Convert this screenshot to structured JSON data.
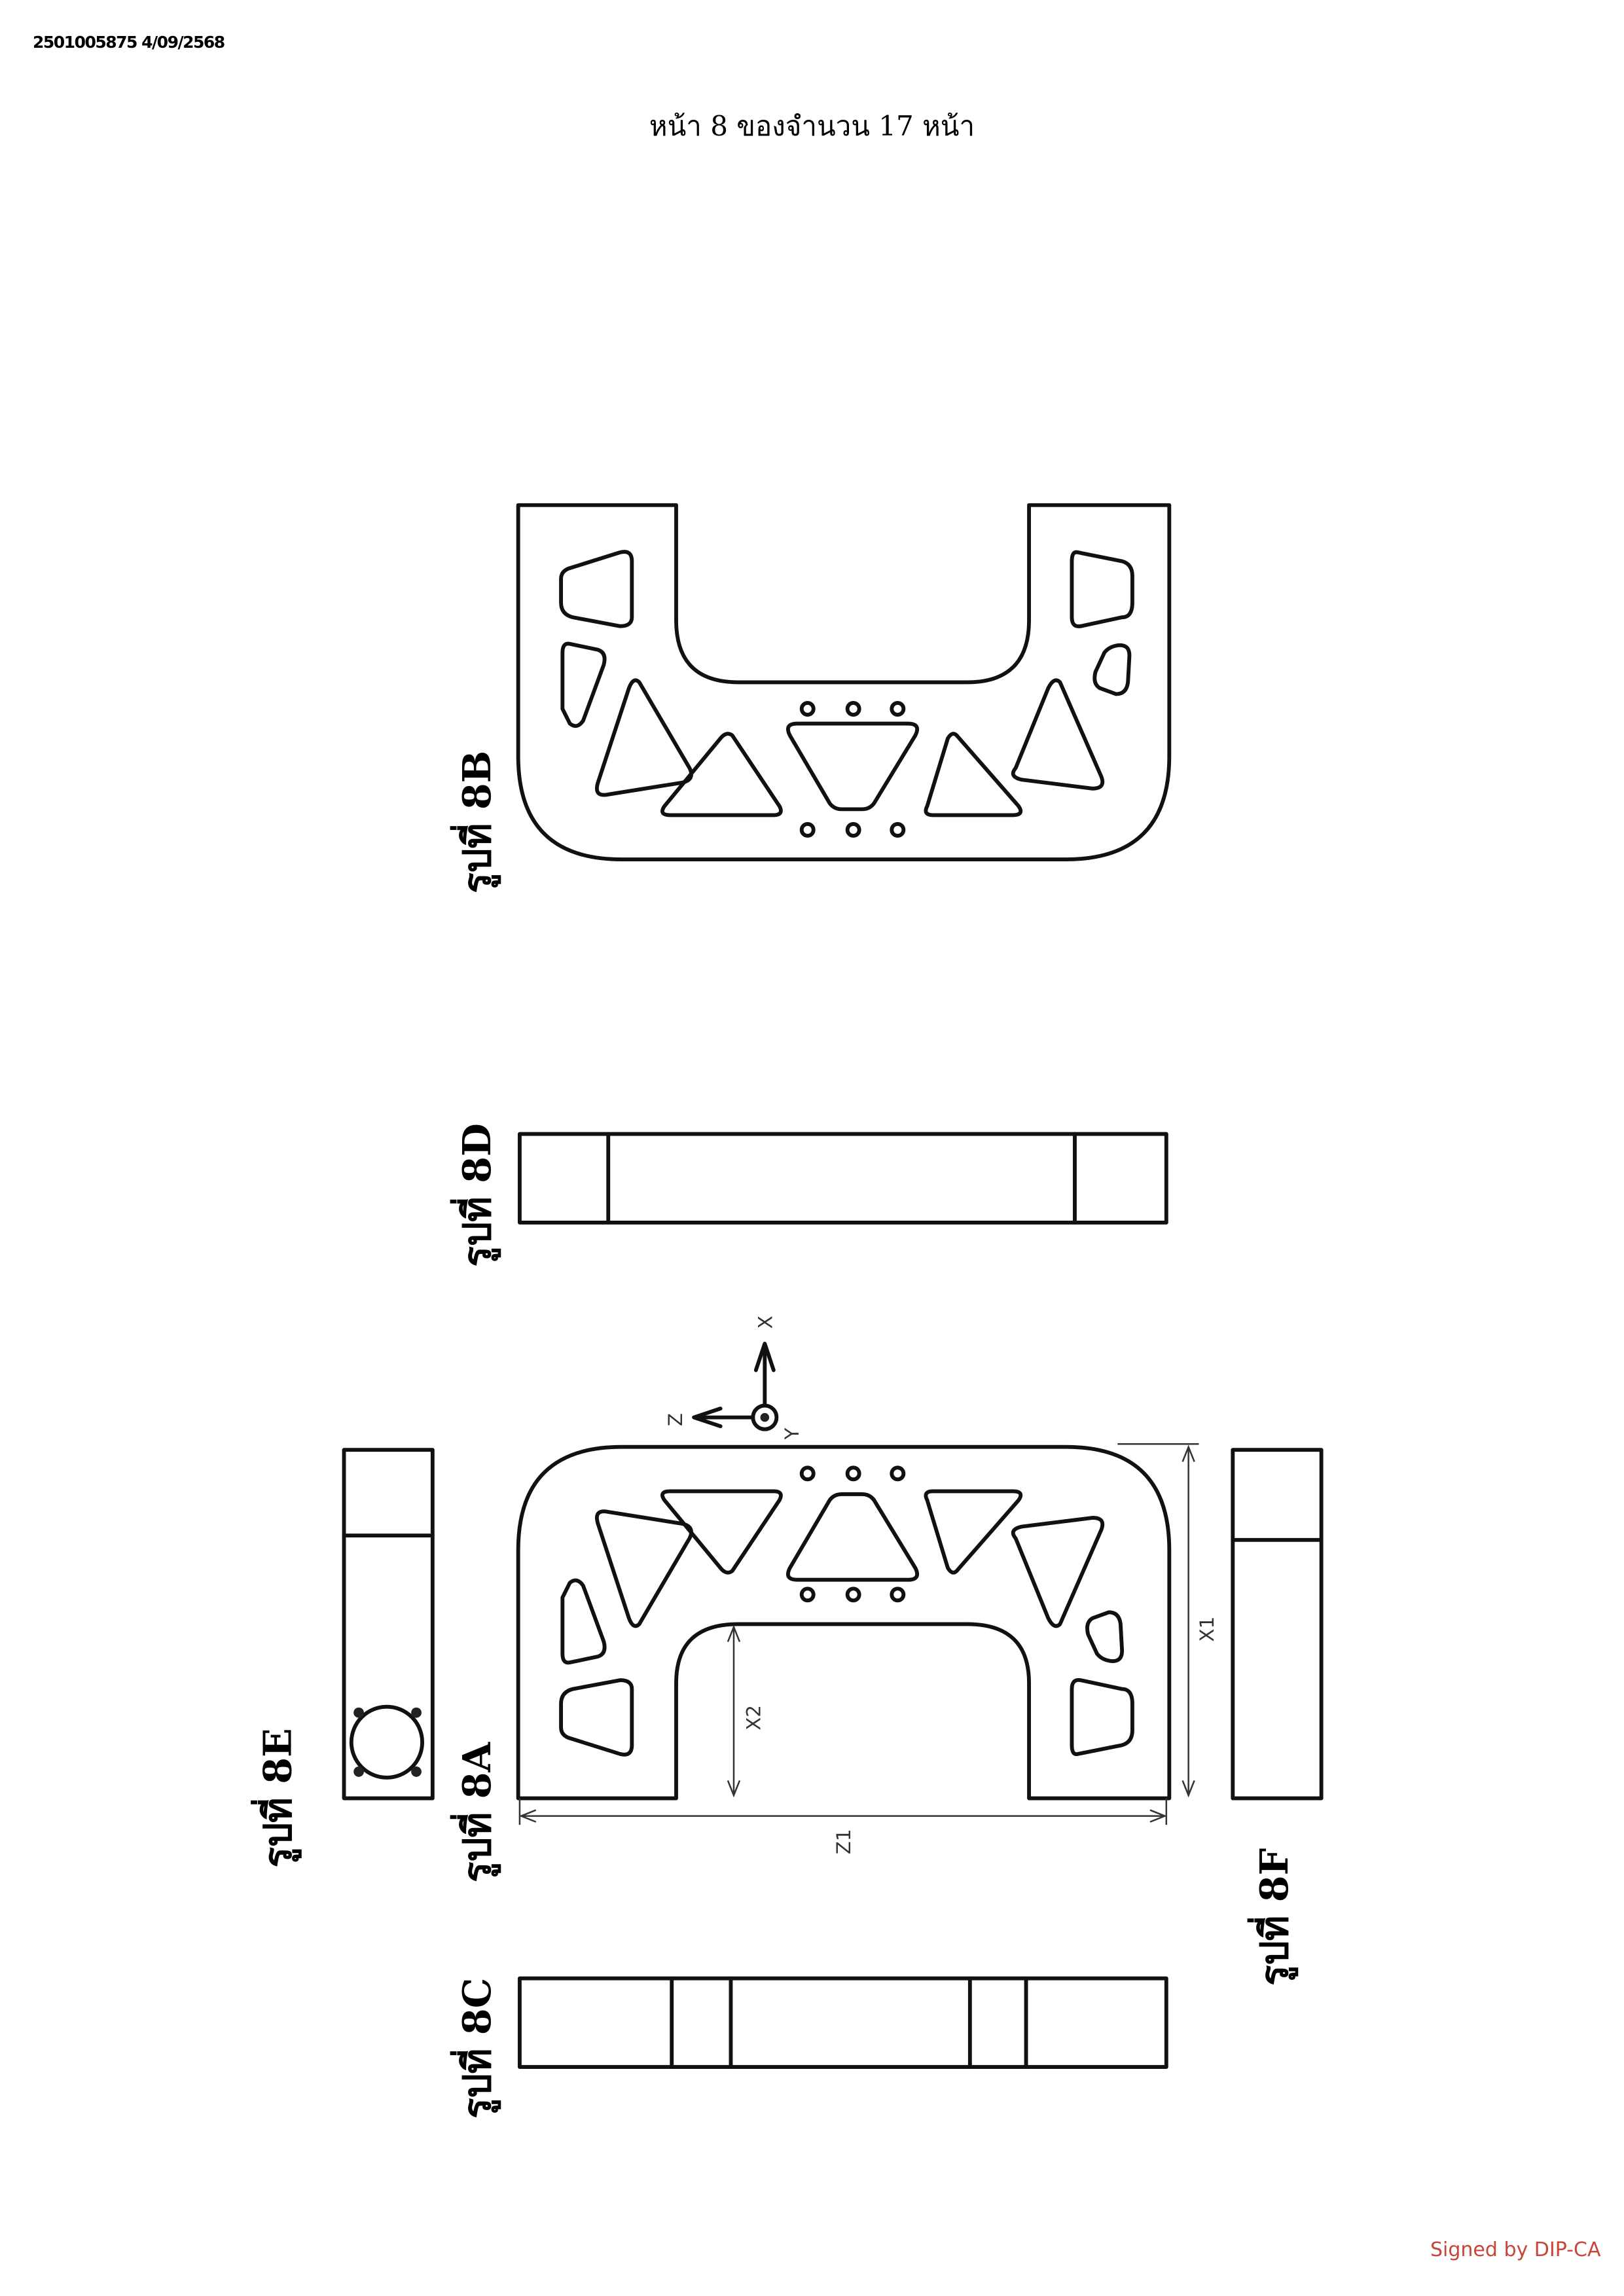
{
  "header": {
    "document_id": "2501005875 4/09/2568",
    "page_indicator": "หน้า 8 ของจำนวน 17 หน้า"
  },
  "figures": {
    "fig_8a": "รูปที่ 8A",
    "fig_8b": "รูปที่ 8B",
    "fig_8c": "รูปที่ 8C",
    "fig_8d": "รูปที่ 8D",
    "fig_8e": "รูปที่ 8E",
    "fig_8f": "รูปที่ 8F"
  },
  "dimensions": {
    "x1": "X1",
    "x2": "X2",
    "z1": "Z1"
  },
  "axes": {
    "x": "X",
    "y": "Y",
    "z": "Z"
  },
  "footer": {
    "signature": "Signed by DIP-CA"
  },
  "colors": {
    "signature": "#c8453a"
  }
}
